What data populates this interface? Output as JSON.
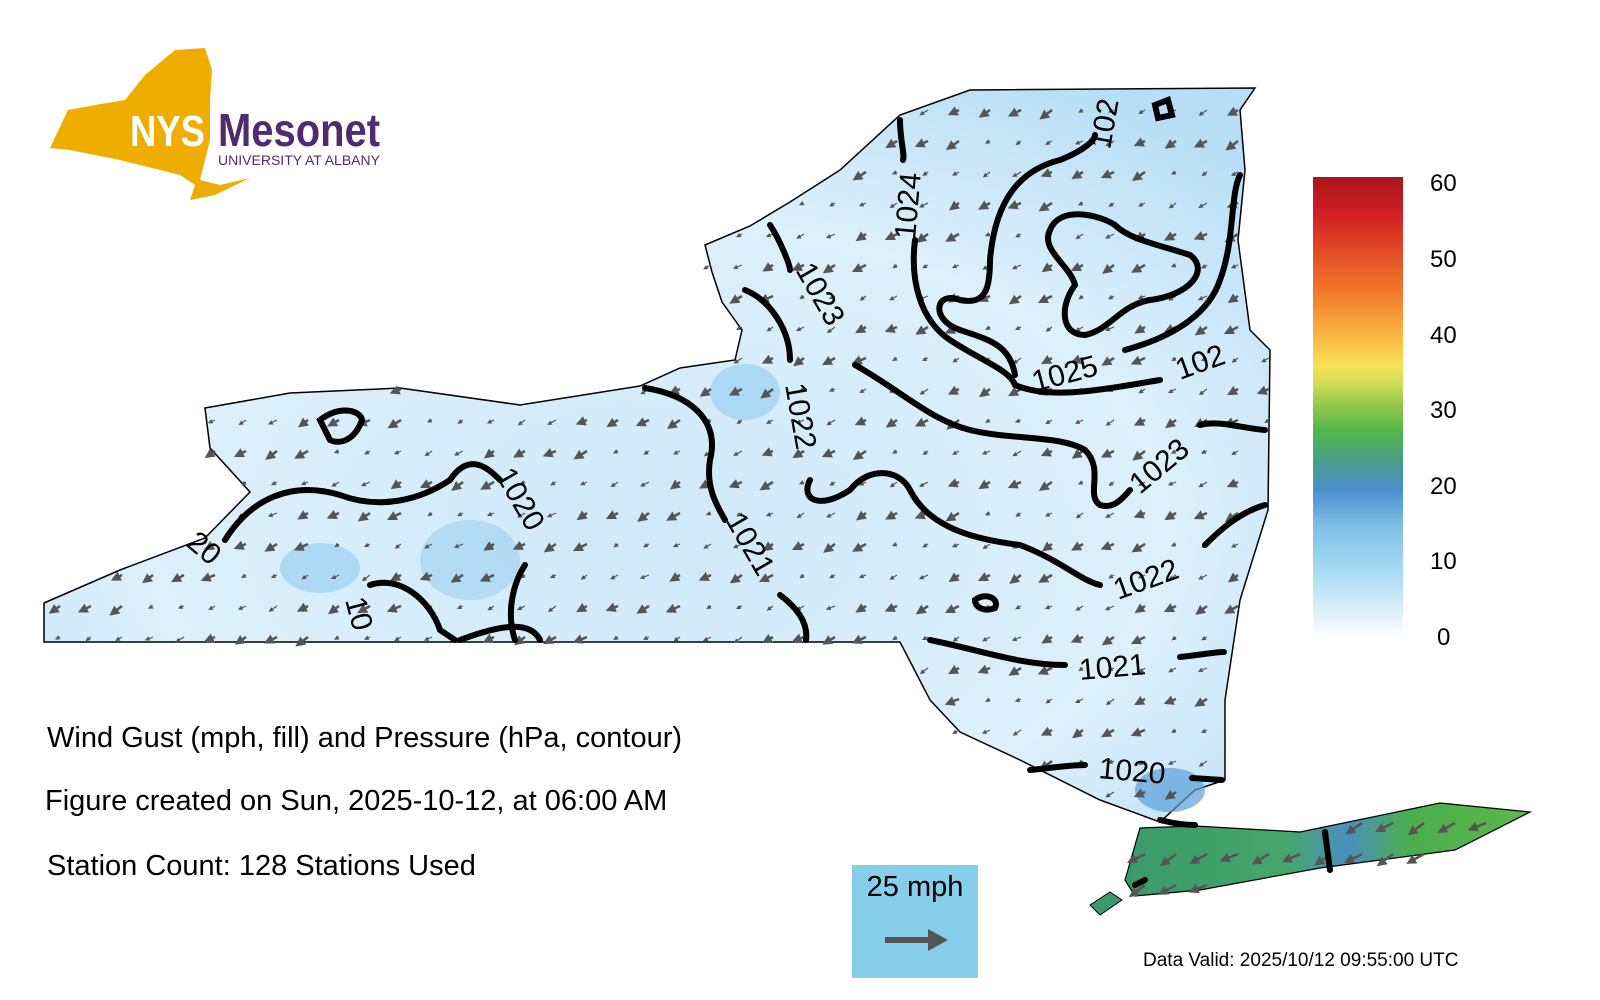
{
  "logo": {
    "nys": "NYS",
    "mesonet": "Mesonet",
    "subtitle": "UNIVERSITY AT ALBANY",
    "shape_color": "#efad00",
    "text_color": "#522a6e"
  },
  "captions": {
    "title": "Wind Gust (mph, fill) and Pressure (hPa, contour)",
    "created": "Figure created on Sun, 2025-10-12, at 06:00 AM",
    "stations": "Station Count: 128 Stations Used"
  },
  "colorbar": {
    "ticks": [
      "60",
      "50",
      "40",
      "30",
      "20",
      "10",
      "0"
    ],
    "min": 0,
    "max": 60,
    "units": "mph"
  },
  "wind_legend": {
    "label": "25 mph",
    "color": "#87ceeb"
  },
  "data_valid": "Data Valid: 2025/10/12 09:55:00 UTC",
  "contour_labels": [
    "20",
    "1020",
    "10",
    "1021",
    "1022",
    "1023",
    "1024",
    "1025",
    "102",
    "102",
    "1023",
    "1022",
    "1021",
    "1020"
  ]
}
